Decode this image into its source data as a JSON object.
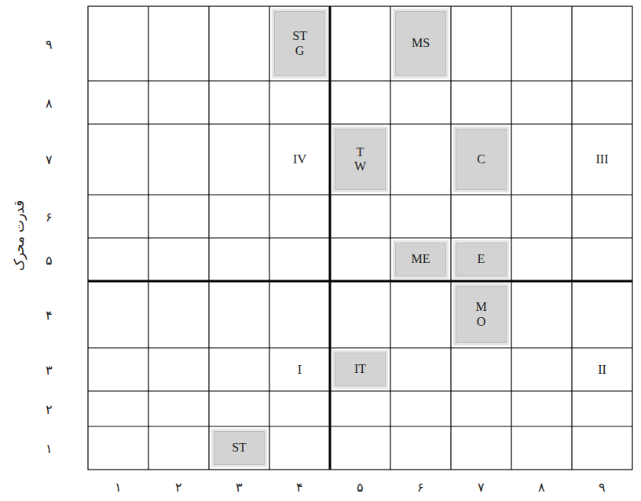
{
  "diagram": {
    "nodes": [
      {
        "text": [
          "ST G"
        ]
      },
      {
        "text": [
          "MS"
        ]
      },
      {
        "text": [
          "T W"
        ]
      },
      {
        "text": [
          "C"
        ]
      },
      {
        "text": [
          "ME"
        ]
      },
      {
        "text": [
          "E"
        ]
      },
      {
        "text": [
          "M O"
        ]
      },
      {
        "text": [
          "IT"
        ]
      },
      {
        "text": [
          "ST"
        ]
      }
    ],
    "labels": [
      "۹",
      "۸",
      "۷",
      "IV",
      "III",
      "۶",
      "۵",
      "قدرت محرک",
      "۴",
      "۳",
      "I",
      "II",
      "۲",
      "۱",
      "۱",
      "۲",
      "۳",
      "۴",
      "۵",
      "۶",
      "۷",
      "۸",
      "۹"
    ]
  }
}
